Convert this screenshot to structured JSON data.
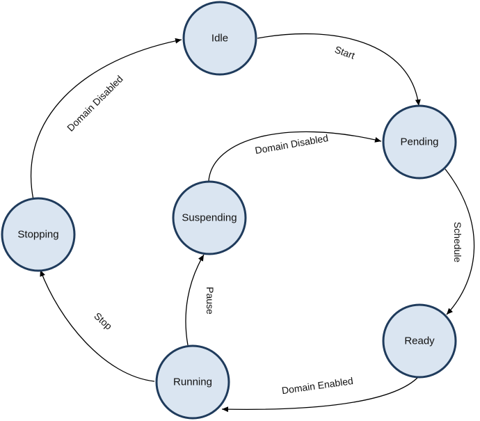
{
  "colors": {
    "node_fill": "#dae5f1",
    "node_stroke": "#1f3b5c",
    "edge": "#000000",
    "text": "#111111"
  },
  "states": {
    "idle": "Idle",
    "pending": "Pending",
    "suspending": "Suspending",
    "stopping": "Stopping",
    "ready": "Ready",
    "running": "Running"
  },
  "transitions": {
    "start": "Start",
    "domain_disabled_to_idle": "Domain Disabled",
    "domain_disabled_to_pending": "Domain Disabled",
    "schedule": "Schedule",
    "domain_enabled": "Domain Enabled",
    "pause": "Pause",
    "stop": "Stop"
  }
}
